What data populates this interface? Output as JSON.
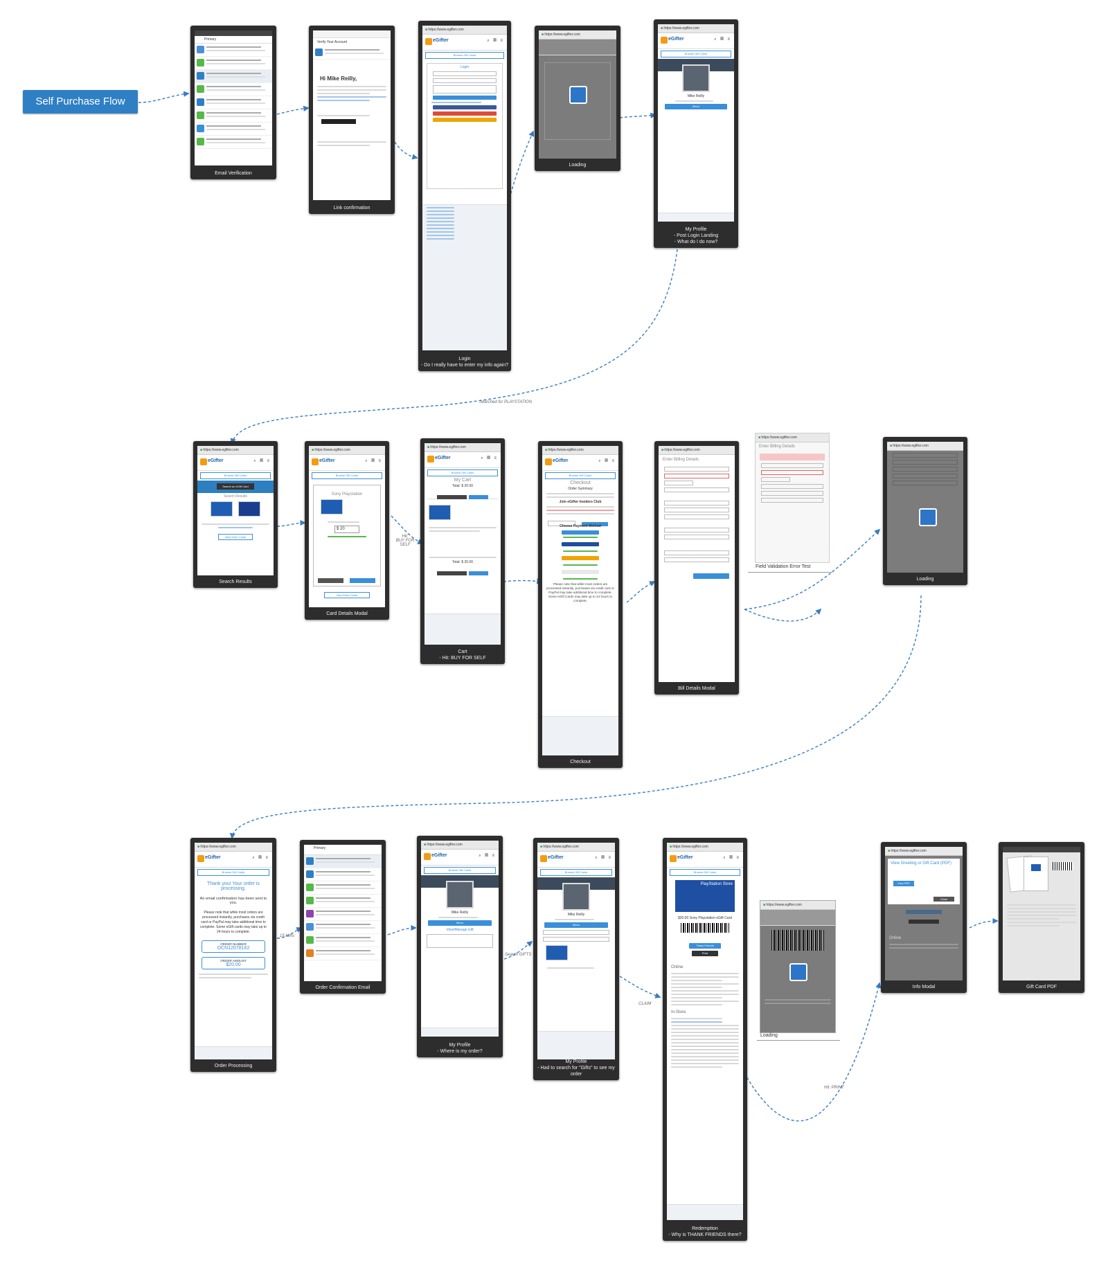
{
  "flow_title": "Self Purchase Flow",
  "screens": {
    "email_verification": "Email Verification",
    "link_confirmation": "Link confirmation",
    "login": "Login\n- Do I really have to enter my info again?",
    "loading_1": "Loading",
    "my_profile_1": "My Profile\n- Post Login Landing\n- What do I do now?",
    "search_results": "Search Results",
    "card_details_modal": "Card Details Modal",
    "cart": "Cart\n- Hit: BUY FOR SELF",
    "checkout": "Checkout",
    "bill_details_modal": "Bill Details Modal",
    "field_validation": "Field Validation Error Test",
    "loading_2": "Loading",
    "order_processing": "Order Processing",
    "order_confirmation_email": "Order Confirmation Email",
    "my_profile_2": "My Profile\n- Where is my order?",
    "my_profile_3": "My Profile\n- Had to search for \"Gifts\" to see my order",
    "redemption": "Redemption\n- Why is THANK FRIENDS there?",
    "loading_3": "Loading",
    "info_modal": "Info Modal",
    "gift_card_pdf": "Gift Card PDF"
  },
  "connector_labels": {
    "searched": "Searched for PLAYSTATION",
    "buy_for_self": "Hit:\nBUY FOR SELF",
    "fifteen_mins": "15 Mins",
    "search_gifts": "Search GIFTS",
    "claim": "CLAIM",
    "print": "Hit: PRINT"
  },
  "mini_text": {
    "url": "https://www.egifter.com",
    "logo": "eGifter",
    "browse": "Browse Gift Cards",
    "primary": "Primary",
    "verify_account": "Verify Your Account",
    "hi_name": "Hi Mike Reilly,",
    "login": "Login",
    "user_name": "Mike Reilly",
    "menu": "Menu",
    "search_results": "Search Results",
    "search_egift": "Search an eGift Card",
    "view_more": "View More Cards",
    "sony_playstation": "Sony Playstation",
    "price": "$ 20",
    "view_more_cards": "View More Cards",
    "my_cart": "My Cart",
    "total": "Total: $ 20.00",
    "checkout": "Checkout",
    "order_summary": "Order Summary",
    "join_insiders": "Join eGifter Insiders Club",
    "choose_payment": "Choose Payment Method",
    "checkout_note": "Please note that while most orders are processed instantly, purchases via credit card or PayPal may take additional time to complete. Some eGift Cards may take up to 24 hours to complete.",
    "billing": "Enter Billing Details",
    "thank_you": "Thank you! Your order is processing.",
    "email_conf": "An email confirmation has been sent to you.",
    "processing_note": "Please note that while most orders are processed instantly, purchases via credit card or PayPal may take additional time to complete. Some eGift cards may take up to 24 hours to complete.",
    "order_number_label": "ORDER NUMBER",
    "order_number": "OCN12078162",
    "order_amount_label": "ORDER AMOUNT",
    "order_amount": "$20.00",
    "view_manage_gift": "View/Manage Gift",
    "playstation_store": "PlayStation Store",
    "card_amount": "$20.00 Sony Playstation eGift Card",
    "thank_friends": "Thank Friends",
    "print": "Print",
    "online": "Online",
    "in_store": "In-Store",
    "view_greeting": "View Greeting or Gift Card (PDF)",
    "view_pdf": "View PDF",
    "close": "Close"
  },
  "colors": {
    "title_button": "#2f7fc4",
    "connector": "#3a7cc2",
    "frame": "#2d2d2d"
  }
}
